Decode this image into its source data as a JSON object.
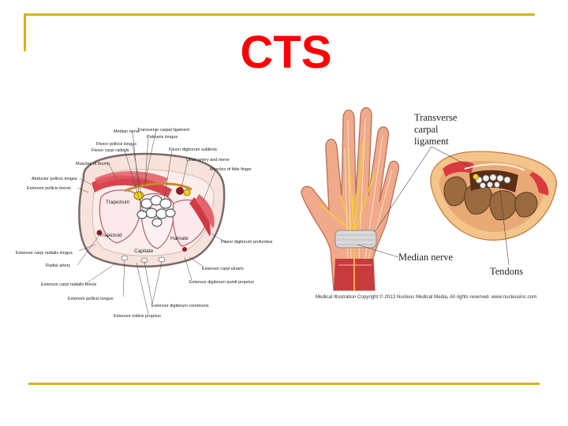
{
  "slide": {
    "title": "CTS",
    "title_color": "#ff0000",
    "frame_color": "#d4b21f"
  },
  "left_figure": {
    "labels": [
      "Median nerve",
      "Transverse carpal ligament",
      "Palmaris longus",
      "Flexor pollicis longus",
      "Flexor carpi radialis",
      "Flexor digitorum sublimis",
      "Muscles of thumb",
      "Ulnar artery and nerve",
      "Muscles of little finger",
      "Abductor pollicis longus",
      "Extensor pollicis brevis",
      "Trapezium",
      "Trapezoid",
      "Hamate",
      "Flexor digitorum profundus",
      "Extensor carpi radialis longus",
      "Capitate",
      "Extensor carpi ulnaris",
      "Radial artery",
      "Extensor digitorum quinti proprius",
      "Extensor carpi radialis brevis",
      "Extensor pollicis longus",
      "Extensor digitorum communis",
      "Extensor indicis proprius"
    ]
  },
  "right_figure": {
    "labels": {
      "transverse": [
        "Transverse",
        "carpal",
        "ligament"
      ],
      "median": "Median nerve",
      "tendons": "Tendons"
    },
    "copyright": "Medical Illustration Copyright © 2013 Nucleus Medical Media, All rights reserved. www.nucleusinc.com"
  }
}
